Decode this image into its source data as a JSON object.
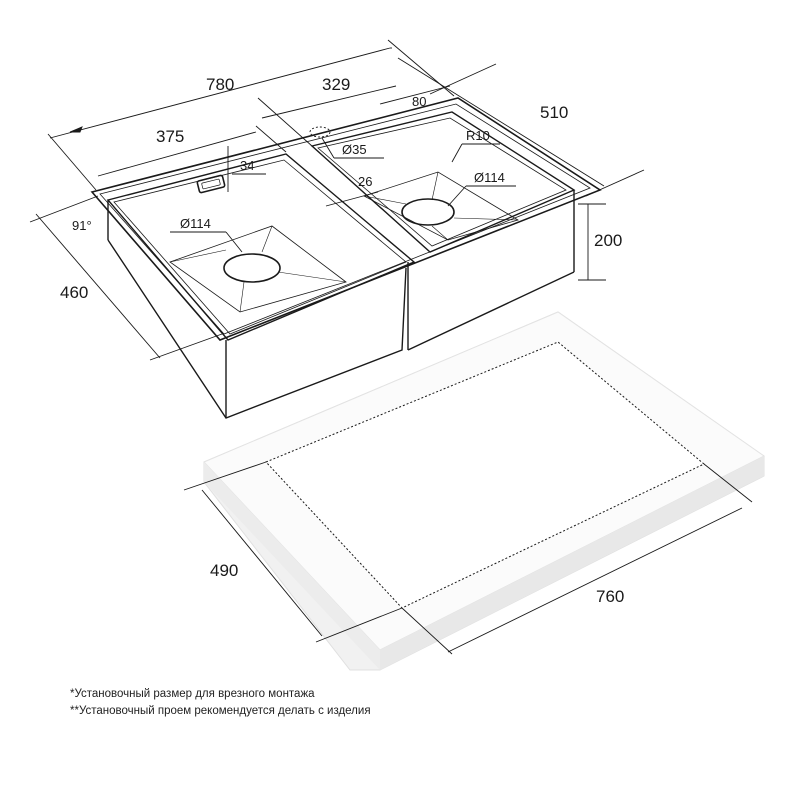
{
  "dimensions": {
    "overall_length": "780",
    "left_bowl_width": "375",
    "right_bowl_width": "329",
    "depth_total": "510",
    "height": "460",
    "bowl_depth": "200",
    "offset_80": "80",
    "overflow_34": "34",
    "hole_35": "Ø35",
    "radius": "R10",
    "drain_right": "Ø114",
    "drain_left": "Ø114",
    "gap_26": "26",
    "angle": "91°",
    "cutout_depth": "490",
    "cutout_length": "760"
  },
  "notes": [
    "*Установочный размер для врезного монтажа",
    "**Установочный проем рекомендуется делать с изделия"
  ]
}
